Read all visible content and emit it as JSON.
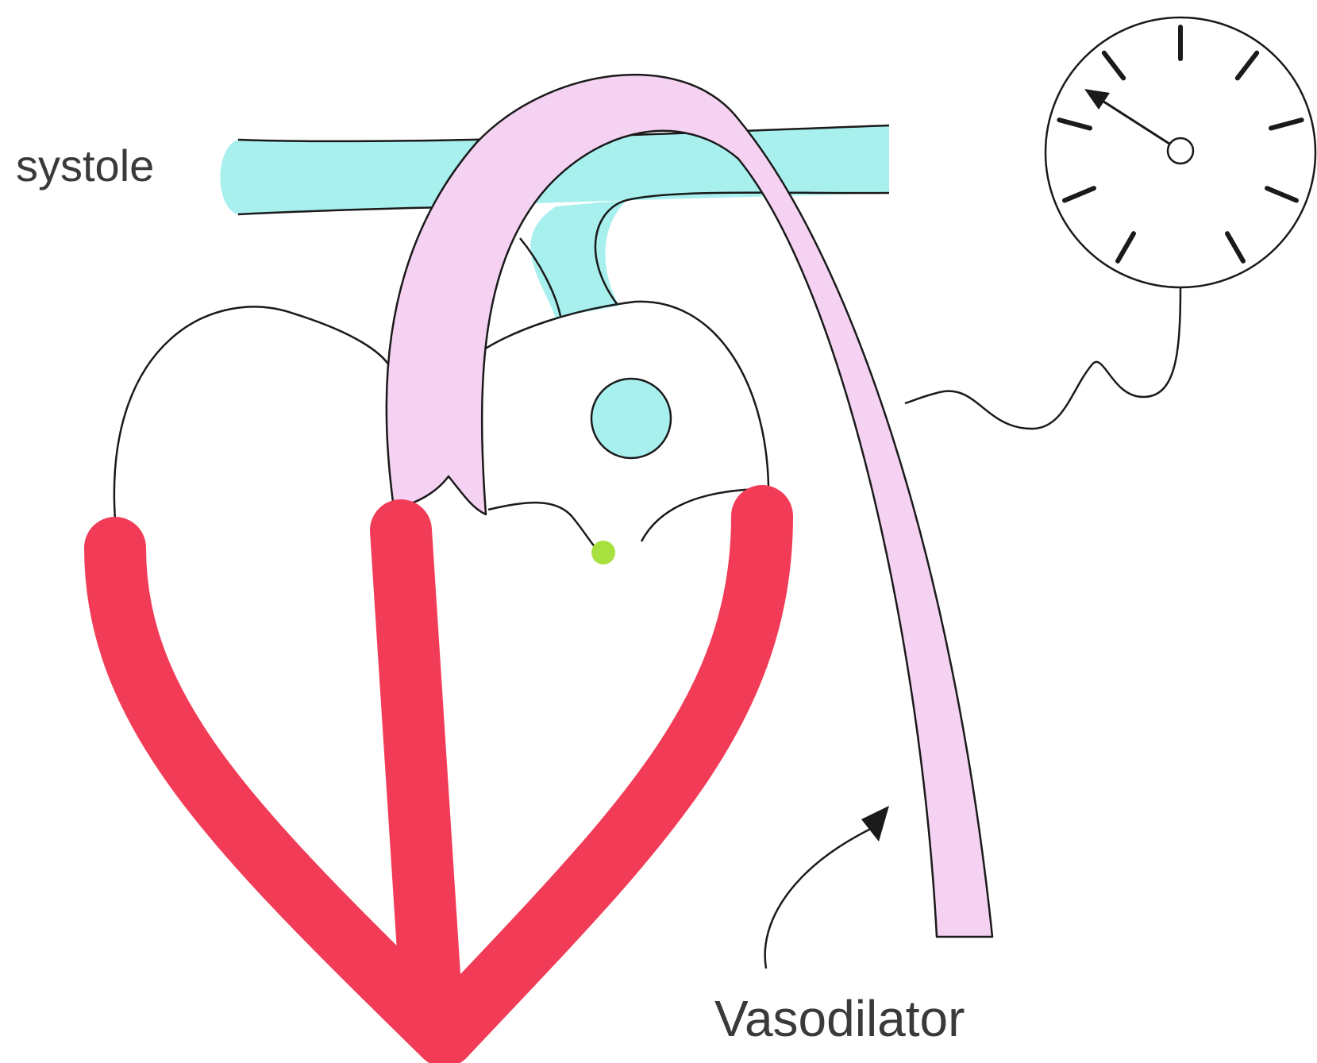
{
  "labels": {
    "phase": "systole",
    "drug": "Vasodilator"
  },
  "gauge": {
    "tick_count": 9
  },
  "colors": {
    "vessel_cyan": "#a8f0ee",
    "aorta_pink": "#f5d2f2",
    "ventricle_red": "#f23c57",
    "node_green": "#a8e040",
    "outline": "#1a1a1a",
    "text": "#3a3a3a",
    "background": "#ffffff"
  }
}
